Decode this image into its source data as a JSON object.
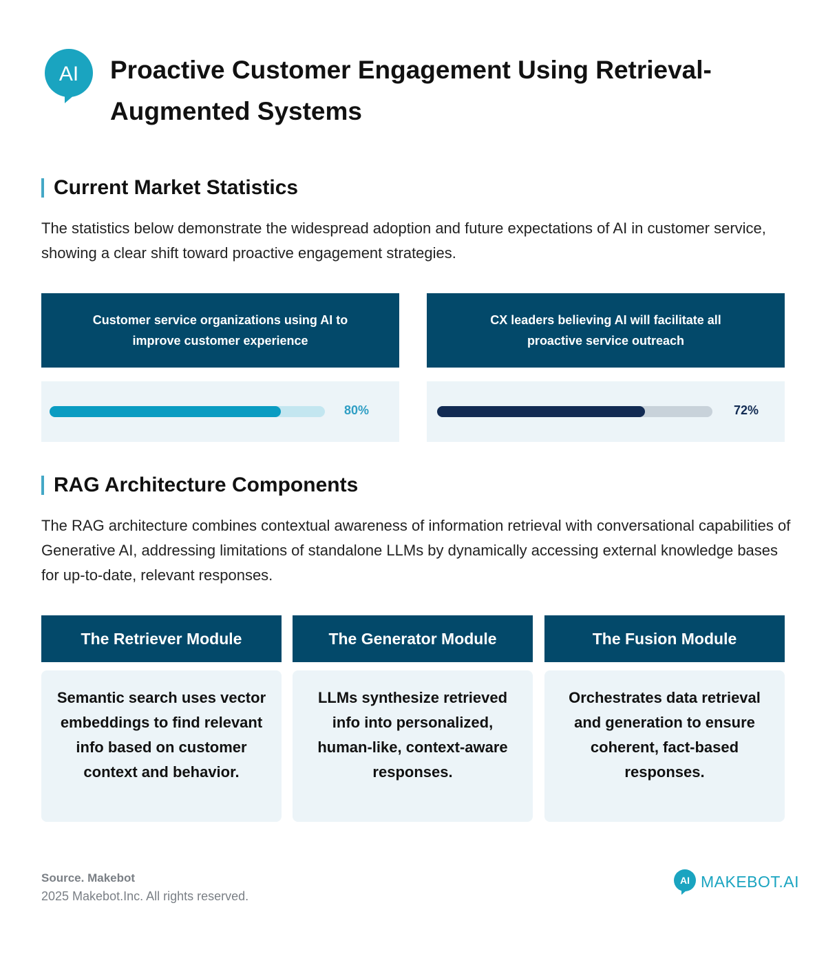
{
  "header": {
    "logo_text": "AI",
    "title": "Proactive Customer Engagement Using Retrieval-Augmented Systems"
  },
  "market": {
    "heading": "Current Market Statistics",
    "description": "The statistics below demonstrate the widespread adoption and future expectations of AI in customer service, showing a clear shift toward proactive engagement strategies.",
    "stats": [
      {
        "label": "Customer service organizations using AI to improve customer experience",
        "value": 80,
        "value_label": "80%",
        "fill_color": "#0a9cc2",
        "track_color": "#c3e6f0",
        "text_color": "#2f9ec4"
      },
      {
        "label": "CX leaders believing AI will facilitate all proactive service outreach",
        "value": 72,
        "value_label": "72%",
        "fill_color": "#122b53",
        "track_color": "#c8d2da",
        "text_color": "#122b53"
      }
    ]
  },
  "rag": {
    "heading": "RAG Architecture Components",
    "description": "The RAG architecture combines contextual awareness of information retrieval with conversational capabilities of Generative AI, addressing limitations of standalone LLMs by dynamically accessing external knowledge bases for up-to-date, relevant responses.",
    "modules": [
      {
        "title": "The Retriever Module",
        "text": "Semantic search uses vector embeddings to find relevant info based on customer context and behavior."
      },
      {
        "title": "The Generator Module",
        "text": "LLMs synthesize retrieved info into personalized, human-like, context-aware responses."
      },
      {
        "title": "The Fusion Module",
        "text": "Orchestrates data retrieval and generation to ensure coherent, fact-based responses."
      }
    ]
  },
  "footer": {
    "source": "Source. Makebot",
    "copyright": "2025 Makebot.Inc. All rights reserved.",
    "brand_badge": "AI",
    "brand_name": "MAKEBOT.AI"
  },
  "colors": {
    "primary_dark": "#03496a",
    "accent": "#44a8c6",
    "card_bg": "#ecf4f8",
    "logo": "#1aa4c0"
  }
}
